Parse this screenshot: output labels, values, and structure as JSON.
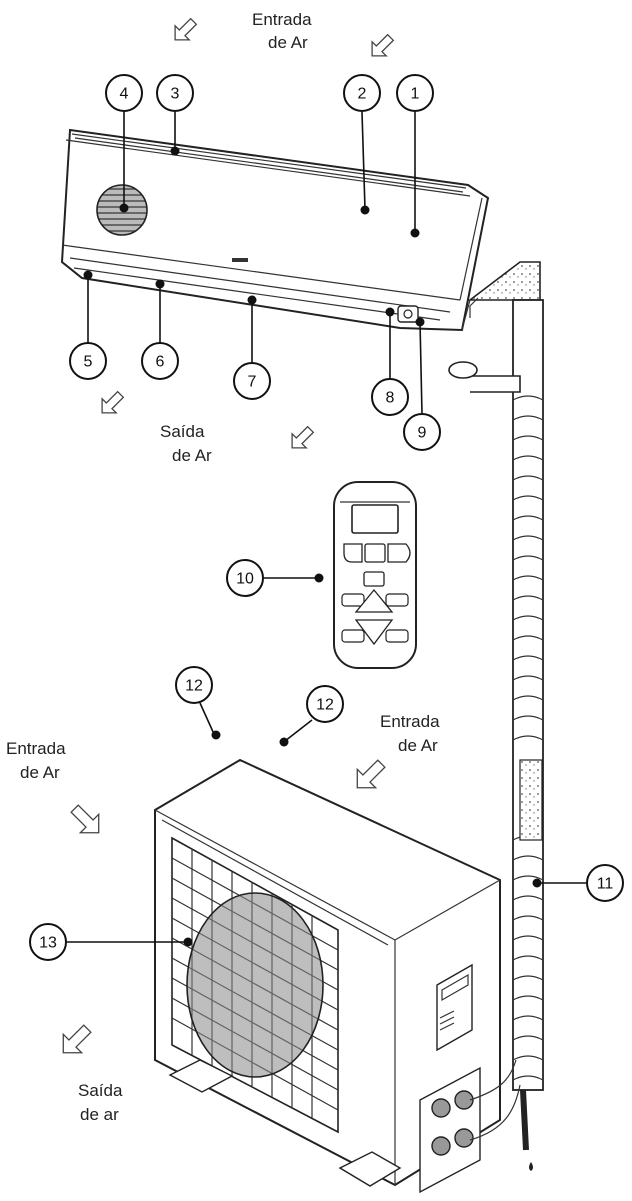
{
  "air_labels": {
    "indoor_inlet_1": "Entrada",
    "indoor_inlet_2": "de Ar",
    "indoor_outlet_1": "Saída",
    "indoor_outlet_2": "de Ar",
    "outdoor_inlet_left_1": "Entrada",
    "outdoor_inlet_left_2": "de Ar",
    "outdoor_inlet_right_1": "Entrada",
    "outdoor_inlet_right_2": "de Ar",
    "outdoor_outlet_1": "Saída",
    "outdoor_outlet_2": "de ar"
  },
  "callouts": {
    "n1": "1",
    "n2": "2",
    "n3": "3",
    "n4": "4",
    "n5": "5",
    "n6": "6",
    "n7": "7",
    "n8": "8",
    "n9": "9",
    "n10": "10",
    "n11": "11",
    "n12a": "12",
    "n12b": "12",
    "n13": "13"
  }
}
